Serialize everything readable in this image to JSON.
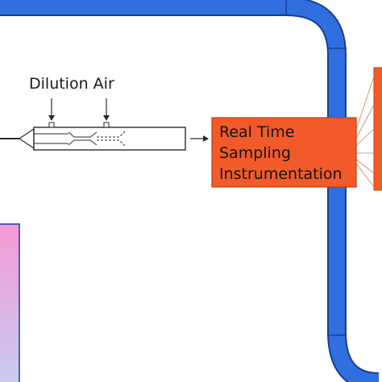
{
  "diagram": {
    "dilution_label": "Dilution Air",
    "instrument_box": {
      "line1": "Real Time",
      "line2": "Sampling",
      "line3": "Instrumentation"
    }
  },
  "colors": {
    "duct_fill": "#2f6fe0",
    "duct_stroke": "#1a3f8f",
    "instrument_fill": "#f25a2a",
    "instrument_stroke": "#c23d10",
    "right_box_fill": "#f25a2a",
    "chamber_gradient_top": "#f49ad3",
    "chamber_gradient_bottom": "#c7ccf0",
    "probe_stroke": "#2b2b2b"
  }
}
